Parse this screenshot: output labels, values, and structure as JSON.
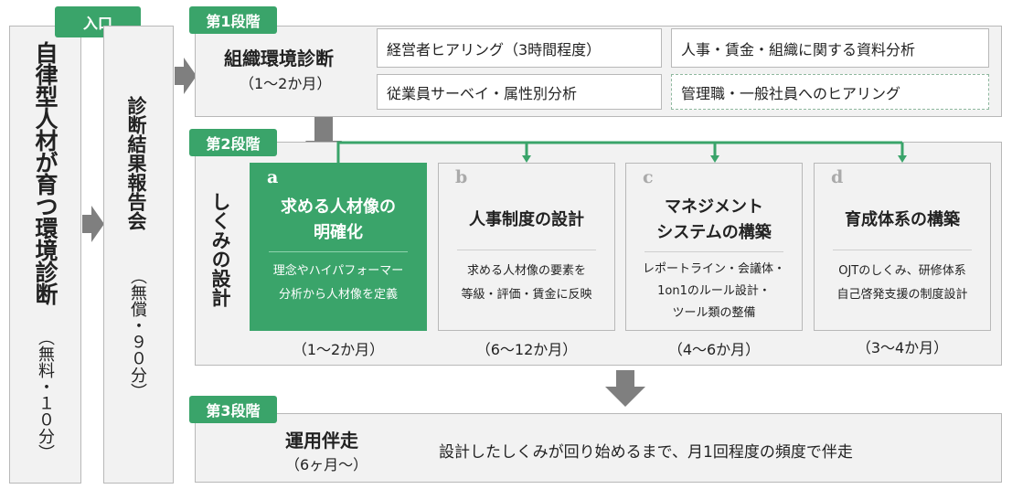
{
  "entry": {
    "tag": "入口",
    "title": "自律型人材が育つ環境診断",
    "note": "（無料・１０分）"
  },
  "report": {
    "title": "診断結果報告会",
    "note": "（無償・９０分）"
  },
  "stage1": {
    "tag": "第1段階",
    "title": "組織環境診断",
    "duration": "（1～2か月）",
    "items": [
      "経営者ヒアリング（3時間程度）",
      "人事・賃金・組織に関する資料分析",
      "従業員サーベイ・属性別分析",
      "管理職・一般社員へのヒアリング"
    ]
  },
  "stage2": {
    "tag": "第2段階",
    "label": "しくみの設計",
    "cards": [
      {
        "letter": "a",
        "title1": "求める人材像の",
        "title2": "明確化",
        "desc1": "理念やハイパフォーマー",
        "desc2": "分析から人材像を定義",
        "desc3": "",
        "duration": "（1～2か月）"
      },
      {
        "letter": "b",
        "title1": "人事制度の設計",
        "title2": "",
        "desc1": "求める人材像の要素を",
        "desc2": "等級・評価・賃金に反映",
        "desc3": "",
        "duration": "（6～12か月）"
      },
      {
        "letter": "c",
        "title1": "マネジメント",
        "title2": "システムの構築",
        "desc1": "レポートライン・会議体・",
        "desc2": "1on1のルール設計・",
        "desc3": "ツール類の整備",
        "duration": "（4～6か月）"
      },
      {
        "letter": "d",
        "title1": "育成体系の構築",
        "title2": "",
        "desc1": "OJTのしくみ、研修体系",
        "desc2": "自己啓発支援の制度設計",
        "desc3": "",
        "duration": "（3～4か月）"
      }
    ]
  },
  "stage3": {
    "tag": "第3段階",
    "title": "運用伴走",
    "duration": "（6ヶ月～）",
    "description": "設計したしくみが回り始めるまで、月1回程度の頻度で伴走"
  },
  "colors": {
    "accent": "#3aa46a",
    "box_bg": "#f2f2f2",
    "border": "#b8b8b8",
    "arrow": "#7f7f7f"
  }
}
